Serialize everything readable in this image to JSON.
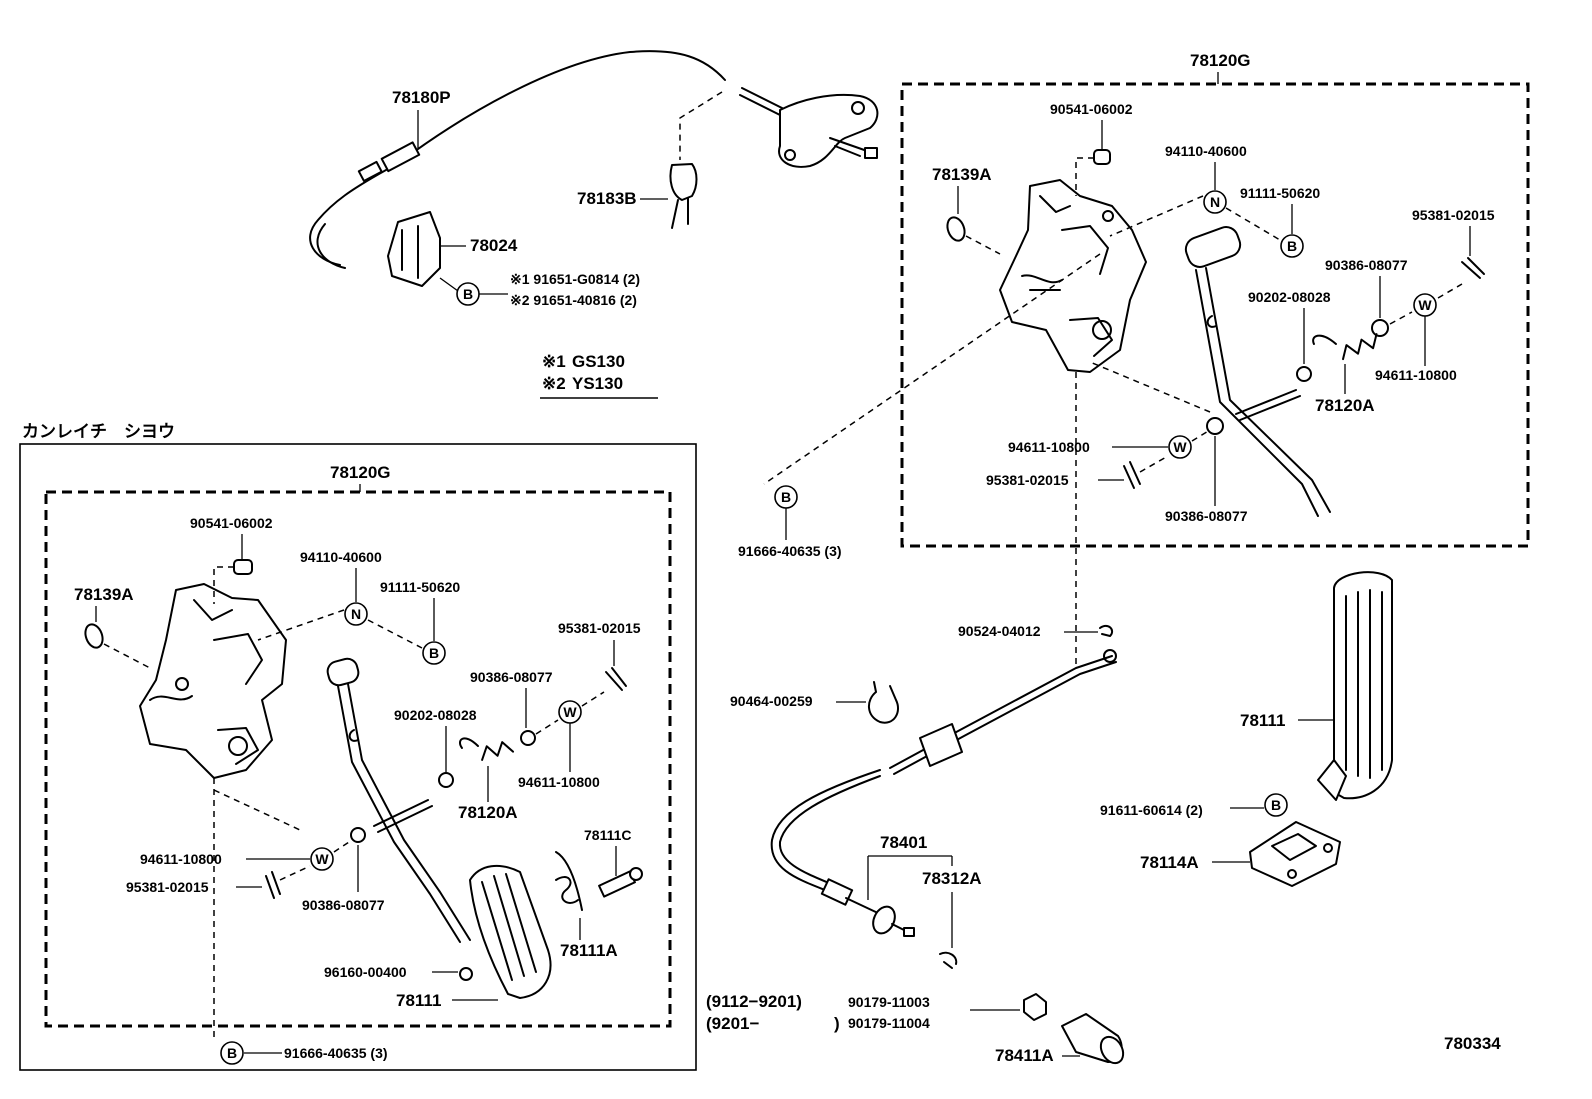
{
  "diagram_id": "780334",
  "variant_note": {
    "marks": [
      {
        "symbol": "※1",
        "model": "GS130"
      },
      {
        "symbol": "※2",
        "model": "YS130"
      }
    ]
  },
  "kana_heading": "カンレイチ　シヨウ",
  "symbols": {
    "bolt": "B",
    "nut": "N",
    "washer": "W"
  },
  "labels": {
    "cable_78180P": "78180P",
    "clip_78183B": "78183B",
    "bracket_78024": "78024",
    "bolt_opt1": "※1 91651-G0814 (2)",
    "bolt_opt2": "※2 91651-40816 (2)",
    "r_assy": "78120G",
    "r_90541": "90541-06002",
    "r_78139A": "78139A",
    "r_94110": "94110-40600",
    "r_91111": "91111-50620",
    "r_95381_top": "95381-02015",
    "r_90386_top": "90386-08077",
    "r_90202": "90202-08028",
    "r_94611_top": "94611-10800",
    "r_78120A": "78120A",
    "r_94611_bot": "94611-10800",
    "r_95381_bot": "95381-02015",
    "r_90386_bot": "90386-08077",
    "r_91666": "91666-40635 (3)",
    "c_90524": "90524-04012",
    "c_90464": "90464-00259",
    "c_78401": "78401",
    "c_78312A": "78312A",
    "c_range1": "(9112−9201)",
    "c_range2": "(9201−",
    "c_paren": ")",
    "c_90179_1": "90179-11003",
    "c_90179_2": "90179-11004",
    "c_78411A": "78411A",
    "p_78111": "78111",
    "p_91611": "91611-60614 (2)",
    "p_78114A": "78114A",
    "l_assy": "78120G",
    "l_90541": "90541-06002",
    "l_78139A": "78139A",
    "l_94110": "94110-40600",
    "l_91111": "91111-50620",
    "l_95381_top": "95381-02015",
    "l_90386_top": "90386-08077",
    "l_90202": "90202-08028",
    "l_94611_top": "94611-10800",
    "l_78120A": "78120A",
    "l_78111C": "78111C",
    "l_94611_bot": "94611-10800",
    "l_95381_bot": "95381-02015",
    "l_90386_bot": "90386-08077",
    "l_78111A": "78111A",
    "l_96160": "96160-00400",
    "l_78111": "78111",
    "l_91666": "91666-40635 (3)"
  }
}
